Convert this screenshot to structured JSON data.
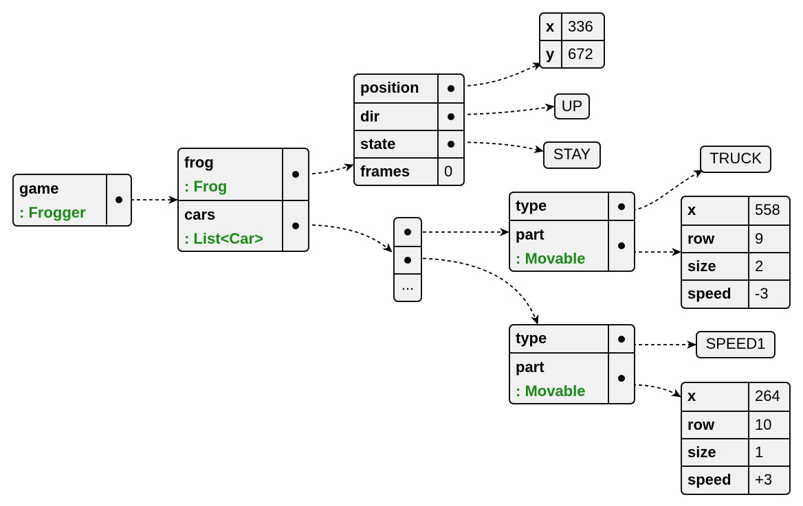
{
  "game": {
    "field": "game",
    "type": ": Frogger"
  },
  "frogger": {
    "frog": {
      "field": "frog",
      "type": ": Frog"
    },
    "cars": {
      "field": "cars",
      "type": ": List<Car>"
    }
  },
  "frog": {
    "position": "position",
    "dir": "dir",
    "state": "state",
    "frames": "frames",
    "frames_value": "0"
  },
  "position": {
    "x_key": "x",
    "x_value": "336",
    "y_key": "y",
    "y_value": "672"
  },
  "dir_value": "UP",
  "state_value": "STAY",
  "list": {
    "ellipsis": "..."
  },
  "car1": {
    "type_key": "type",
    "type_value": "TRUCK",
    "part_key": "part",
    "part_type": ": Movable",
    "movable": {
      "x": "558",
      "row": "9",
      "size": "2",
      "speed": "-3"
    }
  },
  "car2": {
    "type_key": "type",
    "type_value": "SPEED1",
    "part_key": "part",
    "part_type": ": Movable",
    "movable": {
      "x": "264",
      "row": "10",
      "size": "1",
      "speed": "+3"
    }
  },
  "labels": {
    "x": "x",
    "row": "row",
    "size": "size",
    "speed": "speed"
  }
}
